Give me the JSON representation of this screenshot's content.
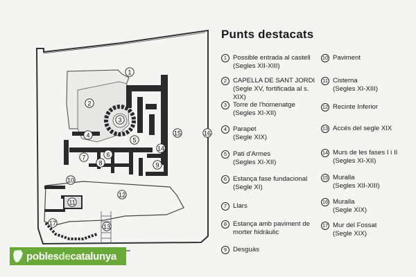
{
  "legend": {
    "title": "Punts destacats",
    "items": [
      {
        "num": "1",
        "lines": [
          "Possible entrada al castell",
          "(Segles  XII-XIII)"
        ]
      },
      {
        "num": "2",
        "lines": [
          "CAPELLA DE SANT JORDI",
          "(Segle XV, fortificada al s. XIX)"
        ]
      },
      {
        "num": "3",
        "lines": [
          "Torre de l'homenatge",
          "(Segles XI-XII)"
        ]
      },
      {
        "num": "4",
        "lines": [
          "Parapet",
          "(Segle XIX)"
        ]
      },
      {
        "num": "5",
        "lines": [
          "Pati d'Armes",
          "(Segles XI-XII)"
        ]
      },
      {
        "num": "6",
        "lines": [
          "Estança fase fundacional",
          "(Segle XI)"
        ]
      },
      {
        "num": "7",
        "lines": [
          "Llars"
        ]
      },
      {
        "num": "8",
        "lines": [
          "Estança amb paviment de",
          "morter hidràulic"
        ]
      },
      {
        "num": "9",
        "lines": [
          "Desguàs"
        ]
      },
      {
        "num": "10",
        "lines": [
          "Paviment"
        ]
      },
      {
        "num": "11",
        "lines": [
          "Cisterna",
          "(Segles XI-XIII)"
        ]
      },
      {
        "num": "12",
        "lines": [
          "Recinte Inferior"
        ]
      },
      {
        "num": "13",
        "lines": [
          "Accés del segle XIX"
        ]
      },
      {
        "num": "14",
        "lines": [
          "Murs de les fases I i II",
          "(Segles XI-XII)"
        ]
      },
      {
        "num": "15",
        "lines": [
          "Muralla",
          "(Segles XII-XIII)"
        ]
      },
      {
        "num": "16",
        "lines": [
          "Muralla",
          "(Segle XIX)"
        ]
      },
      {
        "num": "17",
        "lines": [
          "Mur del Fossat",
          "(Segle XIX)"
        ]
      }
    ]
  },
  "plan_labels": [
    "1",
    "2",
    "3",
    "4",
    "5",
    "6",
    "7",
    "8",
    "9",
    "10",
    "11",
    "12",
    "13",
    "14",
    "15",
    "16",
    "17"
  ],
  "logo": {
    "part1": "pobles",
    "part2": "de",
    "part3": "catalunya"
  },
  "colors": {
    "logo_bg": "#6aa83a",
    "wall": "#2a2a2a",
    "room_fill": "#ececea",
    "line": "#333333"
  }
}
